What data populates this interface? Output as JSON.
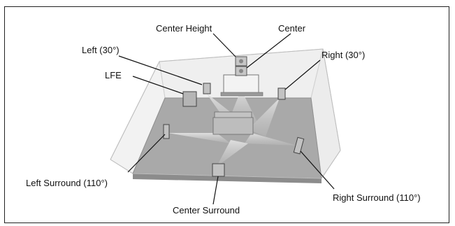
{
  "diagram": {
    "labels": {
      "center_height": "Center Height",
      "center": "Center",
      "left": "Left (30°)",
      "right": "Right (30°)",
      "lfe": "LFE",
      "left_surround": "Left Surround (110°)",
      "right_surround": "Right Surround (110°)",
      "center_surround": "Center Surround"
    },
    "colors": {
      "floor": "#a6a6a6",
      "wall": "#e6e6e6",
      "speaker": "#b9b9b9",
      "beam": "#d7d7d7"
    }
  }
}
